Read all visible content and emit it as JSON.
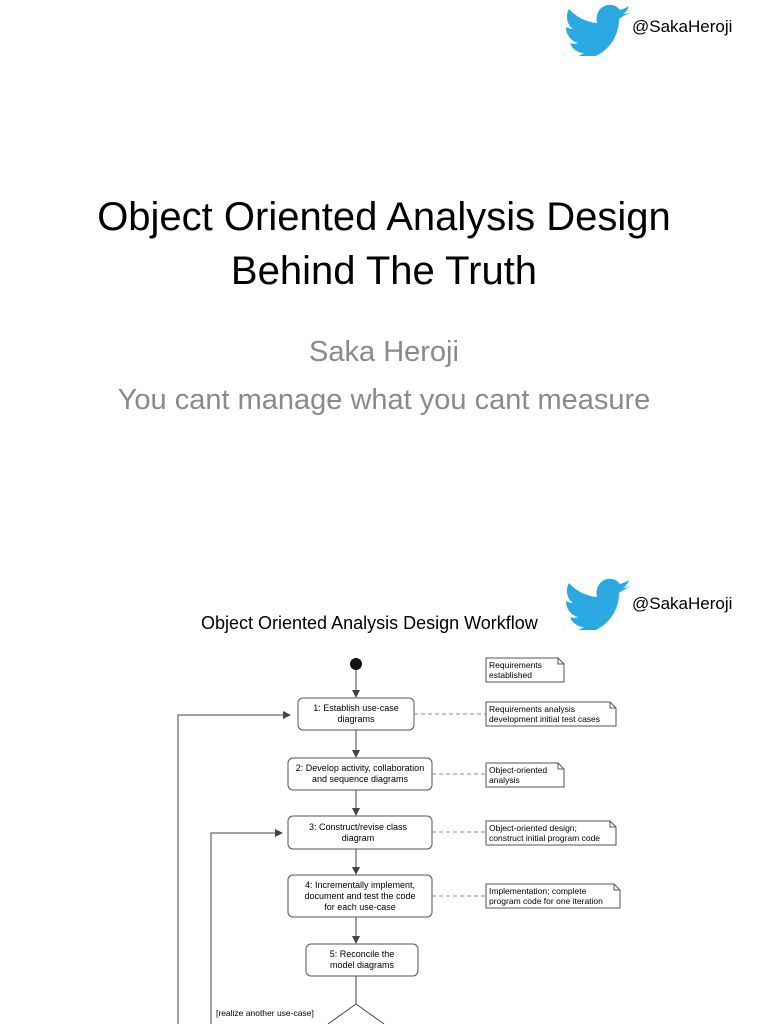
{
  "slide1": {
    "handle": "@SakaHeroji",
    "title_line1": "Object Oriented Analysis Design",
    "title_line2": "Behind The Truth",
    "author": "Saka Heroji",
    "tagline": "You cant manage what you cant measure"
  },
  "slide2": {
    "handle": "@SakaHeroji",
    "title": "Object Oriented Analysis Design Workflow",
    "steps": [
      {
        "line1": "1: Establish use-case",
        "line2": "diagrams",
        "line3": ""
      },
      {
        "line1": "2: Develop activity, collaboration",
        "line2": "and sequence diagrams",
        "line3": ""
      },
      {
        "line1": "3: Construct/revise class",
        "line2": "diagram",
        "line3": ""
      },
      {
        "line1": "4: Incrementally implement,",
        "line2": "document and test the code",
        "line3": "for each use-case"
      },
      {
        "line1": "5: Reconcile the",
        "line2": "model diagrams",
        "line3": ""
      }
    ],
    "notes": [
      {
        "line1": "Requirements",
        "line2": "established"
      },
      {
        "line1": "Requirements analysis",
        "line2": "development initial test cases"
      },
      {
        "line1": "Object-oriented",
        "line2": "analysis"
      },
      {
        "line1": "Object-oriented design;",
        "line2": "construct initial program code"
      },
      {
        "line1": "Implementation; complete",
        "line2": "program code for one iteration"
      }
    ],
    "guard": "[realize another use-case]"
  },
  "colors": {
    "twitter_blue": "#29a9e0",
    "subtitle_gray": "#8a8a8a",
    "diagram_stroke": "#555555",
    "dash_gray": "#888888"
  }
}
